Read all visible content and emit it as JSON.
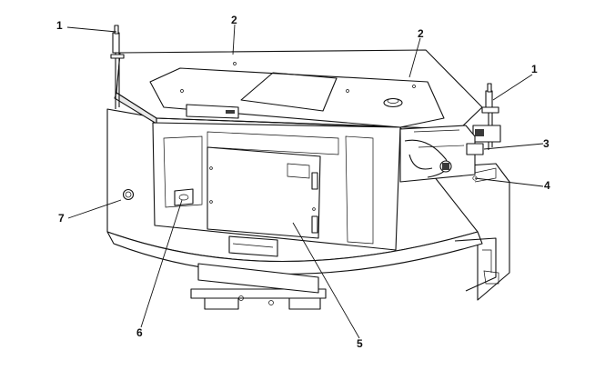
{
  "callouts": [
    {
      "id": "c1a",
      "label": "1"
    },
    {
      "id": "c2a",
      "label": "2"
    },
    {
      "id": "c2b",
      "label": "2"
    },
    {
      "id": "c1b",
      "label": "1"
    },
    {
      "id": "c3",
      "label": "3"
    },
    {
      "id": "c4",
      "label": "4"
    },
    {
      "id": "c7",
      "label": "7"
    },
    {
      "id": "c6",
      "label": "6"
    },
    {
      "id": "c5",
      "label": "5"
    }
  ],
  "colors": {
    "line": "#111111",
    "background": "#ffffff",
    "grille": "#3a3a3a"
  }
}
